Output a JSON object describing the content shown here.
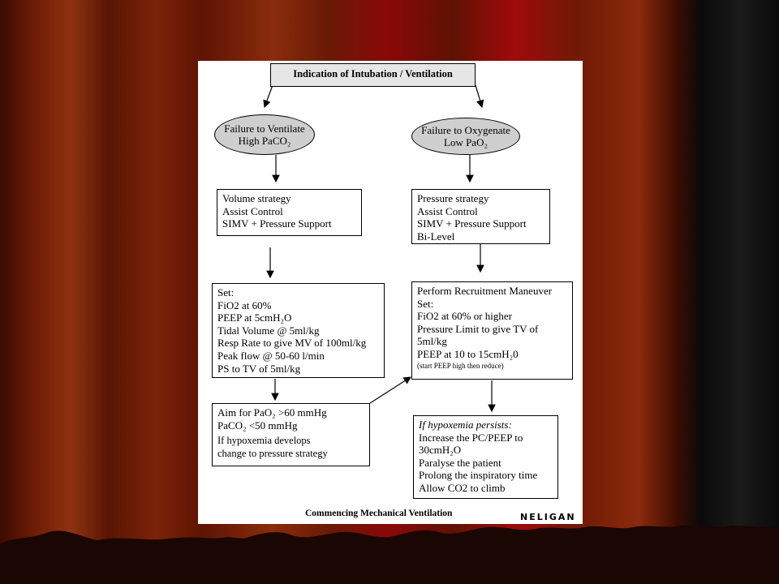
{
  "title": "Indication of Intubation / Ventilation",
  "left_ellipse": {
    "line1": "Failure to Ventilate",
    "line2": "High PaCO₂"
  },
  "right_ellipse": {
    "line1": "Failure to Oxygenate",
    "line2": "Low PaO₂"
  },
  "volume_box": [
    "Volume strategy",
    "Assist Control",
    "SIMV + Pressure Support"
  ],
  "pressure_box": [
    "Pressure strategy",
    "Assist Control",
    "SIMV + Pressure Support",
    "Bi-Level"
  ],
  "set_box": [
    "Set:",
    "FiO2 at 60%",
    "PEEP at 5cmH₂O",
    "Tidal Volume @ 5ml/kg",
    "Resp Rate to give MV of 100ml/kg",
    "Peak flow @ 50-60 l/min",
    "PS to TV of 5ml/kg"
  ],
  "recruitment_box": {
    "lines": [
      "Perform Recruitment Maneuver",
      "Set:",
      "FiO2 at 60% or higher",
      "Pressure Limit to give TV of",
      "5ml/kg",
      "PEEP at 10 to 15cmH₂0"
    ],
    "note": "(start PEEP high then reduce)"
  },
  "aim_box": {
    "lines": [
      "Aim for PaO₂ >60 mmHg",
      "PaCO₂ <50 mmHg"
    ],
    "note_lines": [
      "If hypoxemia develops",
      "change to pressure strategy"
    ]
  },
  "hypox_box": {
    "heading": "If hypoxemia persists:",
    "lines": [
      "Increase the PC/PEEP to",
      "30cmH₂O",
      "Paralyse the patient",
      "Prolong the inspiratory time",
      "Allow CO2 to climb"
    ]
  },
  "footer": "Commencing Mechanical Ventilation",
  "logo_text": "NELIGAN",
  "colors": {
    "curtain_dark": "#3a0a02",
    "curtain_mid": "#7a2006",
    "curtain_red": "#9e0606",
    "slide_bg": "#ffffff",
    "title_fill": "#e6e6e6",
    "ellipse_fill": "#cfcfcf"
  }
}
